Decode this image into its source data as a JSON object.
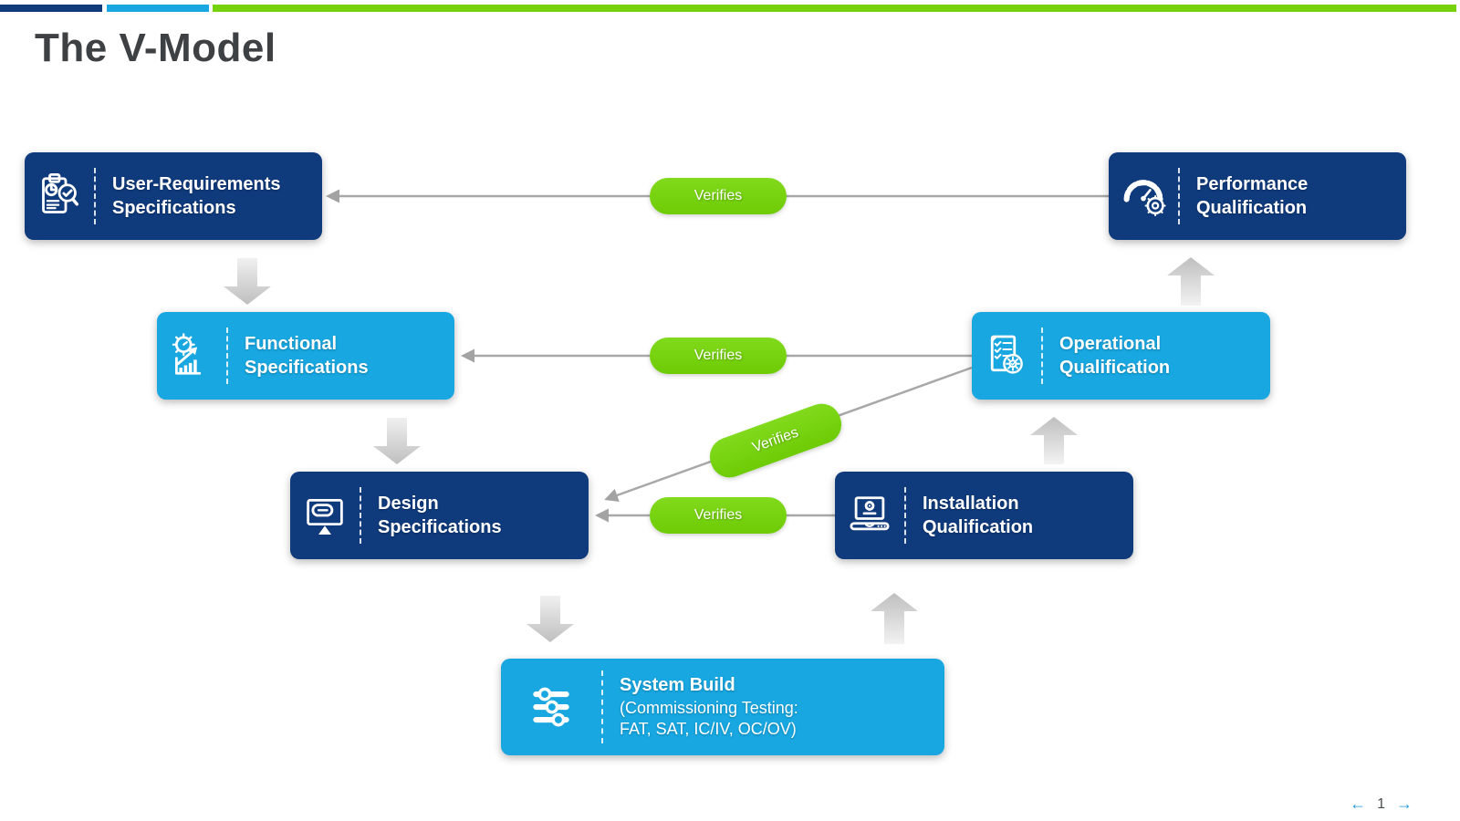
{
  "slide": {
    "title": "The V-Model"
  },
  "colors": {
    "navy": "#0f3a7c",
    "light_blue": "#18a7e1",
    "green": "#76d20a",
    "arrow_gray": "#a8a8a8",
    "title_gray": "#3e4144"
  },
  "top_bar": {
    "segments": [
      "navy",
      "light-blue",
      "green"
    ]
  },
  "boxes": [
    {
      "name": "user-requirements-specifications",
      "line1": "User-Requirements",
      "line2": "Specifications",
      "icon": "clipboard-search-icon",
      "color": "navy"
    },
    {
      "name": "functional-specifications",
      "line1": "Functional",
      "line2": "Specifications",
      "icon": "gear-chart-icon",
      "color": "light-blue"
    },
    {
      "name": "design-specifications",
      "line1": "Design",
      "line2": "Specifications",
      "icon": "monitor-design-icon",
      "color": "navy"
    },
    {
      "name": "system-build",
      "line1": "System Build",
      "line2": "(Commissioning Testing:",
      "line3": "FAT, SAT, IC/IV, OC/OV)",
      "icon": "sliders-icon",
      "color": "light-blue"
    },
    {
      "name": "installation-qualification",
      "line1": "Installation",
      "line2": "Qualification",
      "icon": "laptop-icon",
      "color": "navy"
    },
    {
      "name": "operational-qualification",
      "line1": "Operational",
      "line2": "Qualification",
      "icon": "checklist-gear-icon",
      "color": "light-blue"
    },
    {
      "name": "performance-qualification",
      "line1": "Performance",
      "line2": "Qualification",
      "icon": "gauge-gear-icon",
      "color": "navy"
    }
  ],
  "pills": [
    {
      "label": "Verifies"
    },
    {
      "label": "Verifies"
    },
    {
      "label": "Verifies"
    },
    {
      "label": "Verifies"
    }
  ],
  "nav": {
    "prev_icon": "←",
    "page_number": "1",
    "next_icon": "→"
  }
}
